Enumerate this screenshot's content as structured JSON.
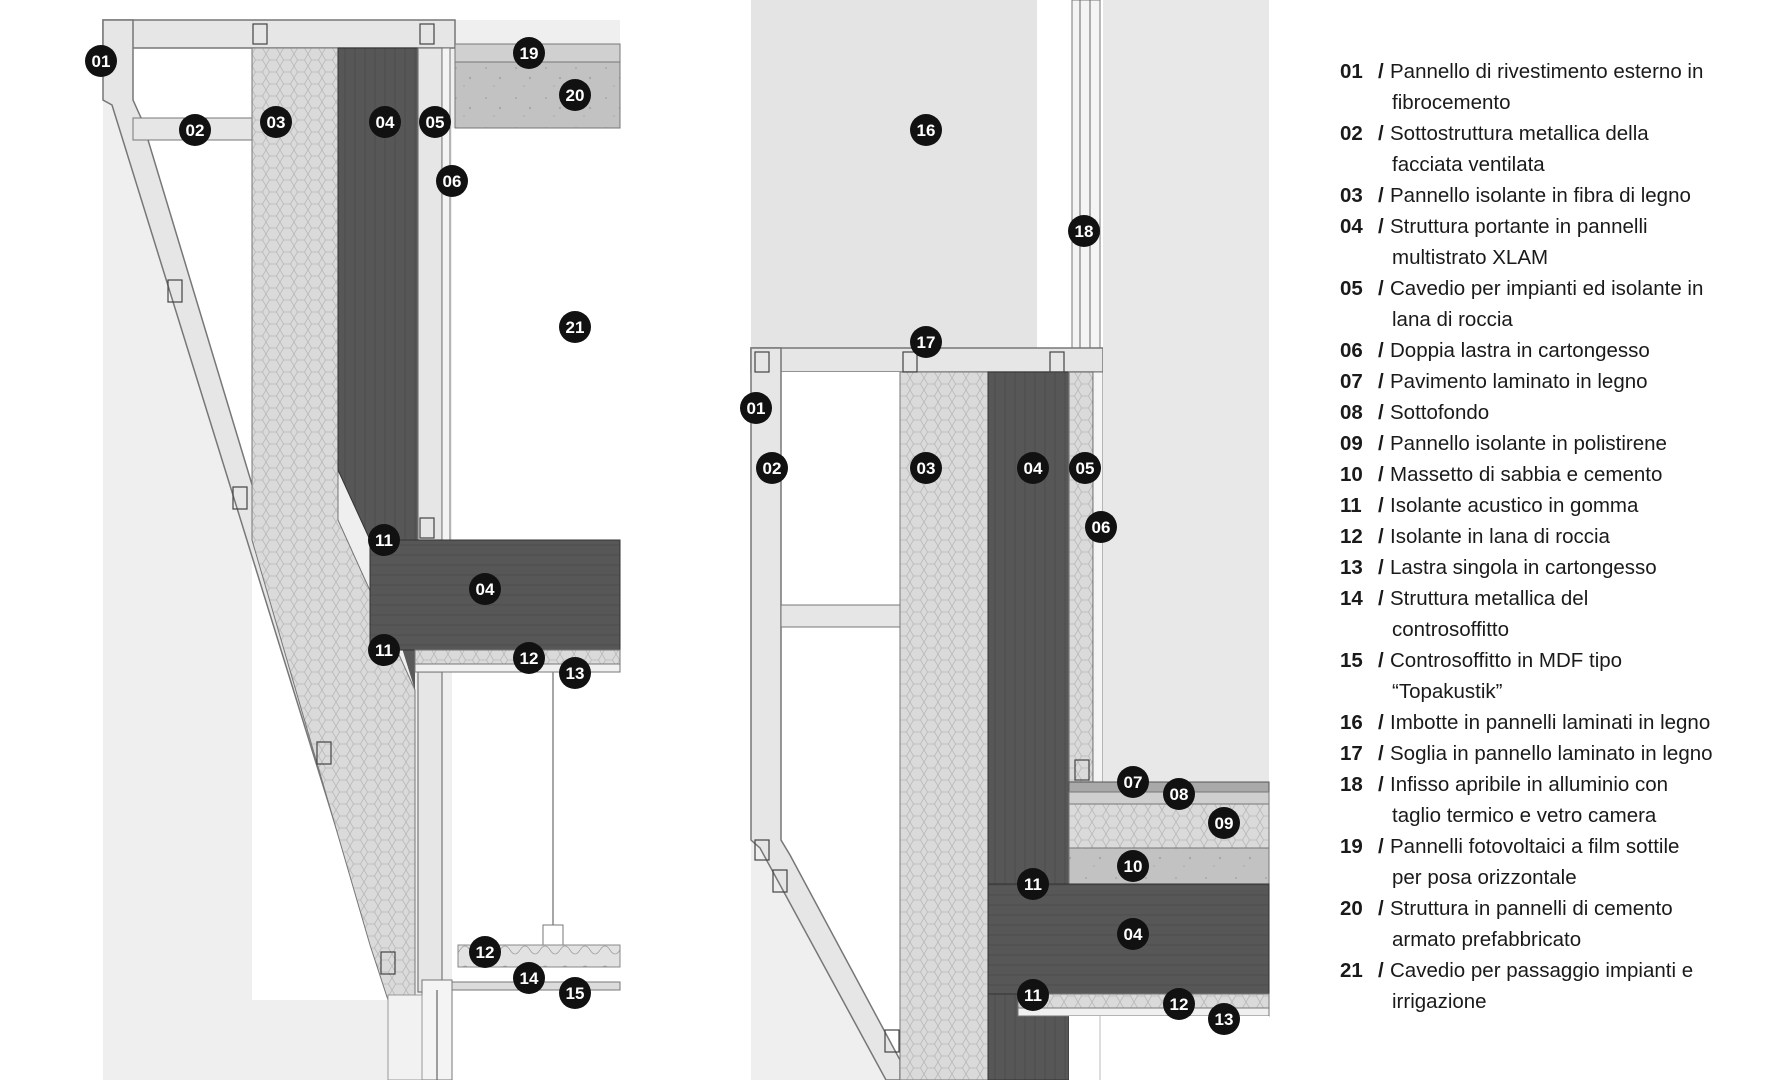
{
  "colors": {
    "background": "#ffffff",
    "panel_grey": "#e8e8e8",
    "insulation": "#d6d6d6",
    "xlam": "#555555",
    "concrete": "#bdbdbd",
    "tag_fill": "#111111",
    "tag_text": "#ffffff"
  },
  "legend": [
    {
      "num": "01",
      "slash": "/",
      "lines": [
        "Pannello di rivestimento esterno in",
        "fibrocemento"
      ]
    },
    {
      "num": "02",
      "slash": "/",
      "lines": [
        "Sottostruttura metallica della",
        "facciata ventilata"
      ]
    },
    {
      "num": "03",
      "slash": "/",
      "lines": [
        "Pannello isolante in fibra di legno"
      ]
    },
    {
      "num": "04",
      "slash": "/",
      "lines": [
        "Struttura portante in pannelli",
        "multistrato XLAM"
      ]
    },
    {
      "num": "05",
      "slash": "/",
      "lines": [
        "Cavedio per impianti ed isolante in",
        "lana di roccia"
      ]
    },
    {
      "num": "06",
      "slash": "/",
      "lines": [
        "Doppia lastra in cartongesso"
      ]
    },
    {
      "num": "07",
      "slash": "/",
      "lines": [
        "Pavimento laminato in legno"
      ]
    },
    {
      "num": "08",
      "slash": "/",
      "lines": [
        "Sottofondo"
      ]
    },
    {
      "num": "09",
      "slash": "/",
      "lines": [
        "Pannello isolante in polistirene"
      ]
    },
    {
      "num": "10",
      "slash": "/",
      "lines": [
        "Massetto di sabbia e cemento"
      ]
    },
    {
      "num": "11",
      "slash": "/",
      "lines": [
        "Isolante acustico in gomma"
      ]
    },
    {
      "num": "12",
      "slash": "/",
      "lines": [
        "Isolante in lana di roccia"
      ]
    },
    {
      "num": "13",
      "slash": "/",
      "lines": [
        "Lastra singola in cartongesso"
      ]
    },
    {
      "num": "14",
      "slash": "/",
      "lines": [
        "Struttura metallica del",
        "controsoffitto"
      ]
    },
    {
      "num": "15",
      "slash": "/",
      "lines": [
        "Controsoffitto in MDF tipo",
        "“Topakustik”"
      ]
    },
    {
      "num": "16",
      "slash": "/",
      "lines": [
        "Imbotte in pannelli laminati in legno"
      ]
    },
    {
      "num": "17",
      "slash": "/",
      "lines": [
        "Soglia in pannello laminato in legno"
      ]
    },
    {
      "num": "18",
      "slash": "/",
      "lines": [
        "Infisso apribile in alluminio con",
        "taglio termico e vetro camera"
      ]
    },
    {
      "num": "19",
      "slash": "/",
      "lines": [
        "Pannelli fotovoltaici a film sottile",
        "per posa orizzontale"
      ]
    },
    {
      "num": "20",
      "slash": "/",
      "lines": [
        "Struttura in pannelli di cemento",
        "armato prefabbricato"
      ]
    },
    {
      "num": "21",
      "slash": "/",
      "lines": [
        "Cavedio per passaggio impianti e",
        "irrigazione"
      ]
    }
  ],
  "left_section_tags": [
    "01",
    "02",
    "03",
    "04",
    "05",
    "06",
    "19",
    "20",
    "21",
    "11",
    "04",
    "11",
    "12",
    "13",
    "12",
    "14",
    "15"
  ],
  "right_section_tags": [
    "16",
    "18",
    "17",
    "01",
    "02",
    "03",
    "04",
    "05",
    "06",
    "07",
    "08",
    "09",
    "10",
    "11",
    "04",
    "11",
    "12",
    "13"
  ]
}
